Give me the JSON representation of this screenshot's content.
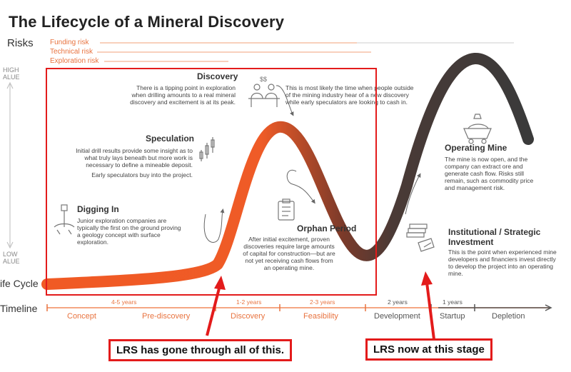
{
  "title": "The Lifecycle of a Mineral Discovery",
  "risks": {
    "label": "Risks",
    "items": [
      "Funding risk",
      "Technical risk",
      "Exploration risk"
    ]
  },
  "axis": {
    "high_line1": "HIGH",
    "high_line2": "ALUE",
    "low_line1": "LOW",
    "low_line2": "ALUE",
    "lifecycle": "ife Cycle",
    "timeline": "Timeline"
  },
  "stages": {
    "digging_in": {
      "title": "Digging In",
      "text": "Junior exploration companies are typically the first on the ground proving a geology concept with surface exploration."
    },
    "speculation": {
      "title": "Speculation",
      "text": "Initial drill results provide some insight as to what truly lays beneath but more work is necessary to define a mineable deposit.",
      "text2": "Early speculators buy into the project."
    },
    "discovery": {
      "title": "Discovery",
      "text": "There is a tipping point in exploration when drilling amounts to a real mineral discovery and excitement is at its peak.",
      "side_text": "This is most likely the time when people outside of the mining industry hear of a new discovery while early speculators are looking to cash in."
    },
    "orphan": {
      "title": "Orphan Period",
      "text": "After initial excitement, proven discoveries require large amounts of capital for construction—but are not yet receiving cash flows from an operating mine."
    },
    "operating": {
      "title": "Operating Mine",
      "text": "The mine is now open, and the company can extract ore and generate cash flow. Risks still remain, such as commodity price and management risk."
    },
    "institutional": {
      "title1": "Institutional / Strategic",
      "title2": "Investment",
      "text": "This is the point when experienced mine developers and financiers invest directly to develop the project into an operating mine."
    }
  },
  "timeline": {
    "durations": [
      "4-5 years",
      "1-2 years",
      "2-3 years",
      "2 years",
      "1 years"
    ],
    "phases": [
      "Concept",
      "Pre-discovery",
      "Discovery",
      "Feasibility",
      "Development",
      "Startup",
      "Depletion"
    ]
  },
  "callouts": {
    "left": "LRS has gone through all of this.",
    "right": "LRS now at this stage"
  },
  "colors": {
    "accent": "#e8733f",
    "curve_start": "#f05a24",
    "curve_end": "#3a3a3a",
    "annotation": "#e31b1b"
  }
}
